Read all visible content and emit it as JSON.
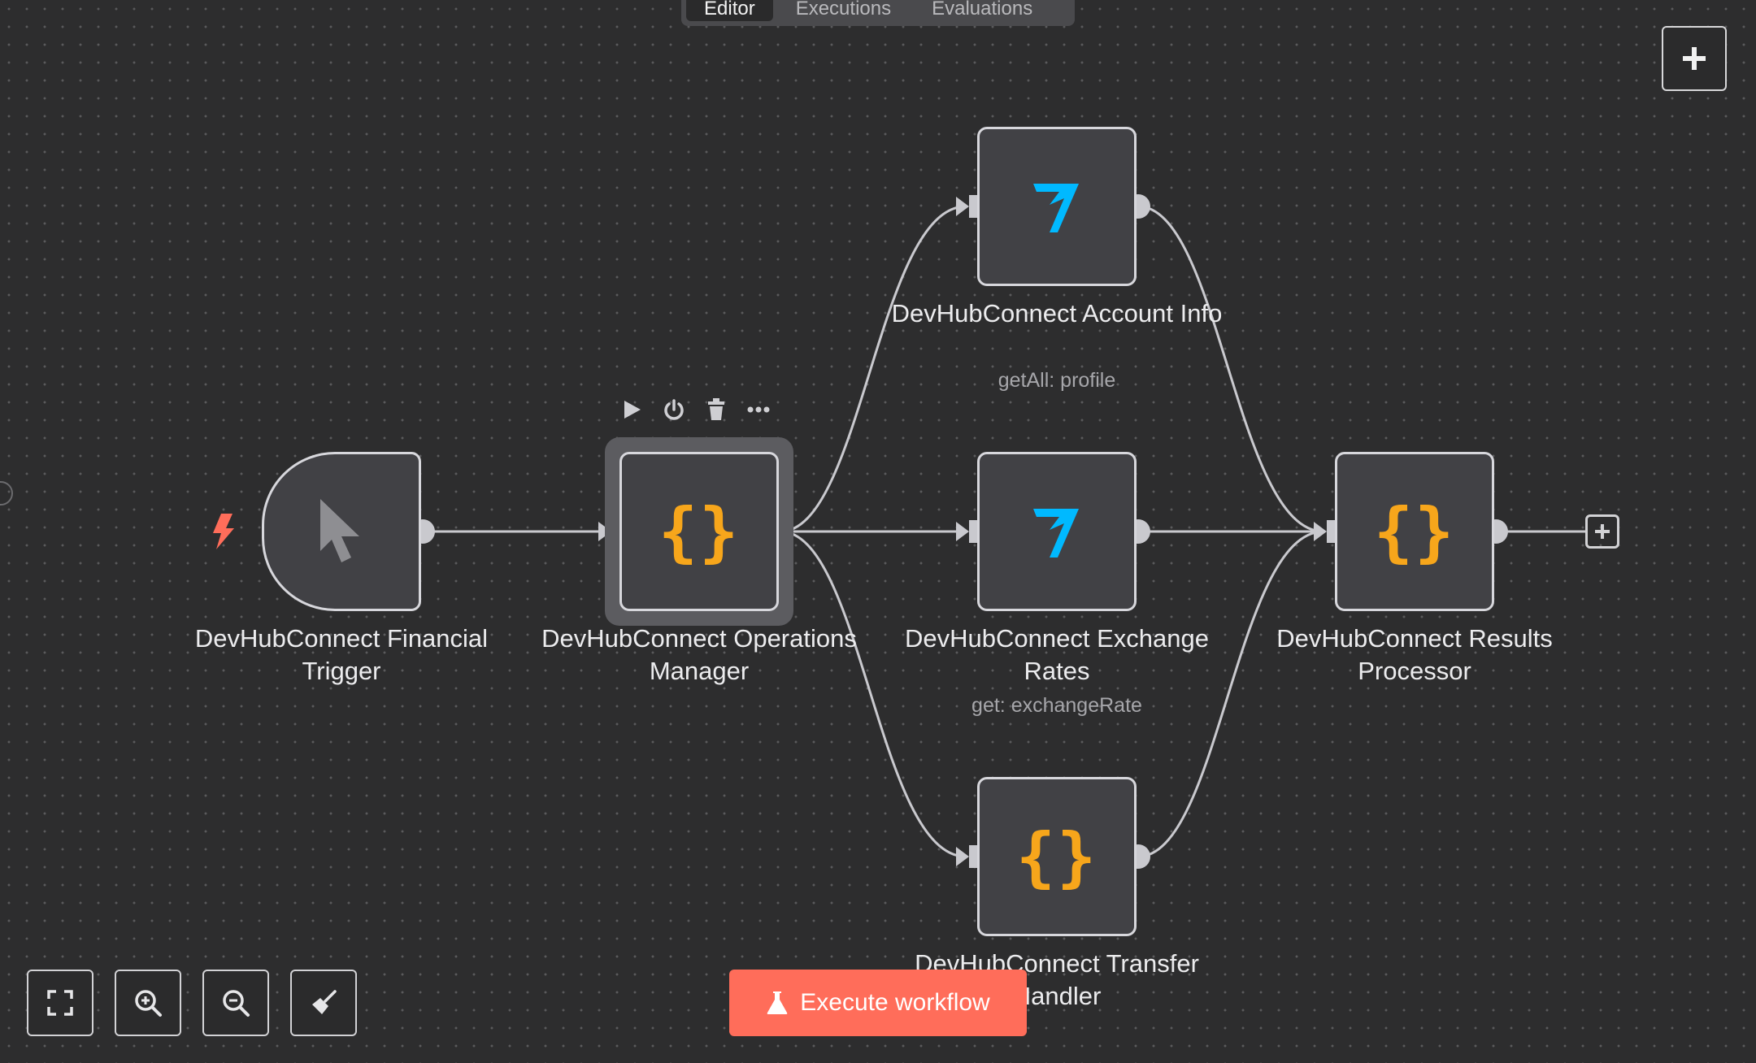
{
  "tabs": [
    {
      "label": "Editor",
      "active": true
    },
    {
      "label": "Executions",
      "active": false
    },
    {
      "label": "Evaluations",
      "active": false
    }
  ],
  "nodes": {
    "financial_trigger": {
      "name": "DevHubConnect Financial Trigger",
      "icon": "cursor-icon"
    },
    "operations_manager": {
      "name": "DevHubConnect Operations Manager",
      "icon": "code-braces-icon"
    },
    "account_info": {
      "name": "DevHubConnect Account Info",
      "subtitle": "getAll: profile",
      "icon": "wise-logo-icon"
    },
    "exchange_rates": {
      "name": "DevHubConnect Exchange Rates",
      "subtitle": "get: exchangeRate",
      "icon": "wise-logo-icon"
    },
    "transfer_handler": {
      "name": "DevHubConnect Transfer Handler",
      "icon": "code-braces-icon"
    },
    "results_processor": {
      "name": "DevHubConnect Results Processor",
      "icon": "code-braces-icon"
    }
  },
  "execute_button": {
    "label": "Execute workflow"
  },
  "colors": {
    "accent": "#ff6d5a",
    "code_icon": "#f7a61b",
    "wise_icon": "#00b9ff",
    "trigger_bolt": "#ff6d5a"
  }
}
